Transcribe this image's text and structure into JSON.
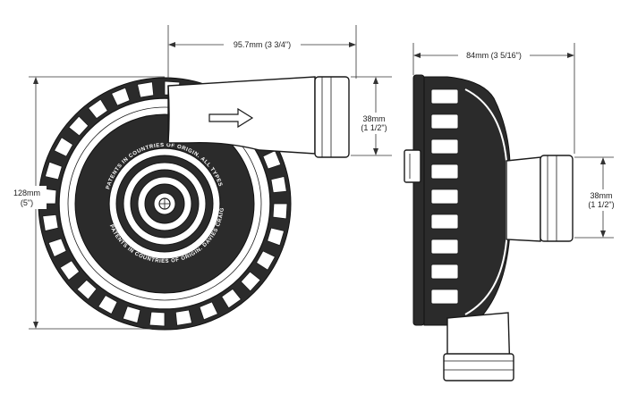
{
  "dimensions": {
    "front_width": "95.7mm (3 3/4\")",
    "front_height_mm": "128mm",
    "front_height_in": "(5\")",
    "front_outlet_mm": "38mm",
    "front_outlet_in": "(1 1/2\")",
    "side_width": "84mm (3 5/16\")",
    "side_outlet_mm": "38mm",
    "side_outlet_in": "(1 1/2\")"
  },
  "embossed_text": {
    "upper_arc": "PATENTS IN COUNTRIES OF ORIGIN. ALL TYPES",
    "lower_arc": "PATENTS IN COUNTRIES OF ORIGIN. DAVIES CRAIG P/L"
  },
  "colors": {
    "line": "#1a1a1a",
    "body_dark": "#2b2b2b",
    "background": "#ffffff"
  }
}
